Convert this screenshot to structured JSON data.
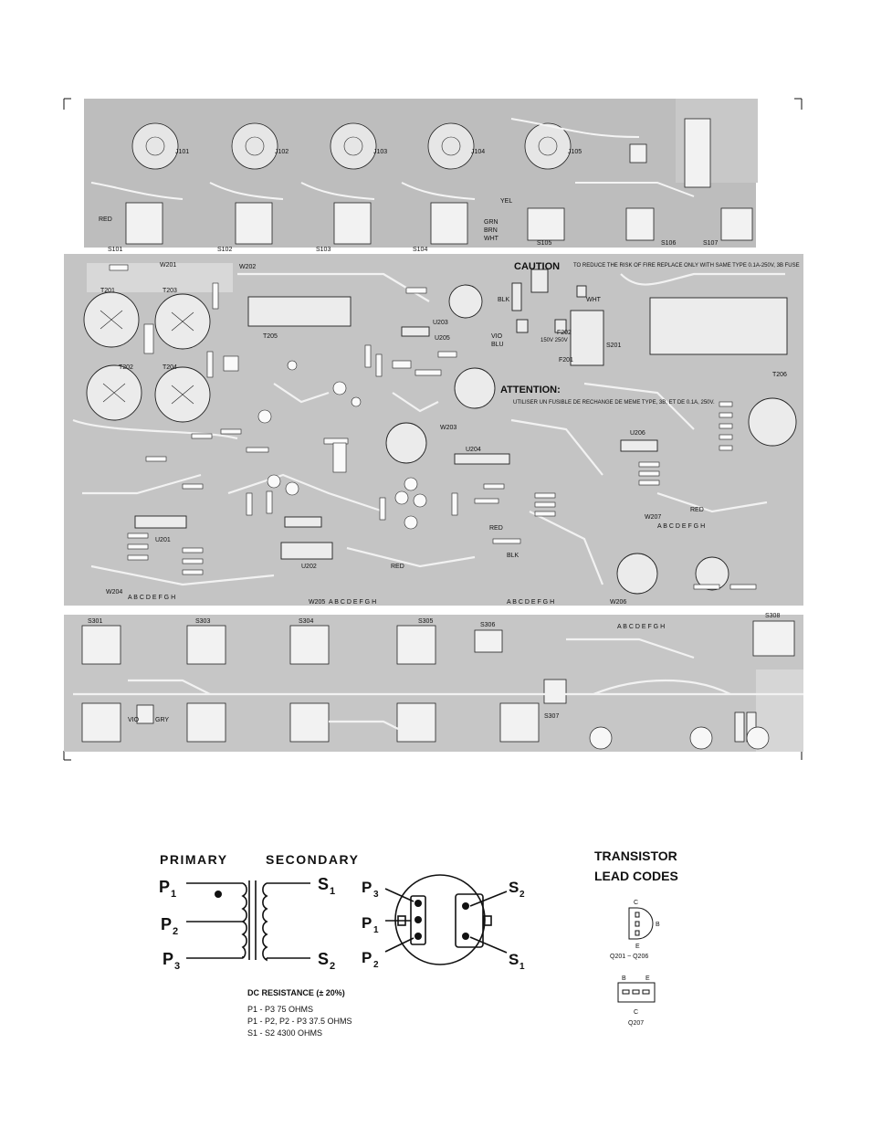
{
  "board": {
    "caution": "CAUTION",
    "caution_note": "TO REDUCE THE RISK OF FIRE REPLACE ONLY WITH SAME TYPE 0.1A-250V, 3B FUSE",
    "attention": "ATTENTION:",
    "attention_note": "UTILISER UN FUSIBLE DE RECHANGE DE MEME TYPE, 3B, ET DE 0.1A, 250V.",
    "top_jacks": [
      "J101",
      "J102",
      "J103",
      "J104",
      "J105"
    ],
    "top_switches": [
      "S101",
      "S102",
      "S103",
      "S104",
      "S105",
      "S106",
      "S107"
    ],
    "mid_labels": [
      "T201",
      "T203",
      "T202",
      "T204",
      "T205",
      "T206",
      "U201",
      "U202",
      "U203",
      "U204",
      "U205",
      "U206",
      "S201",
      "F201",
      "F202",
      "W201",
      "W202",
      "W203",
      "W204",
      "W205",
      "W206",
      "W207"
    ],
    "bottom_switches": [
      "S301",
      "S303",
      "S304",
      "S305",
      "S306",
      "S307",
      "S308"
    ],
    "wire_colors": [
      "RED",
      "YEL",
      "GRN",
      "BRN",
      "WHT",
      "BLK",
      "VIO",
      "BLU",
      "GRY"
    ],
    "row_letters": "A B C D E F G H",
    "fuse_label": "150V 250V"
  },
  "transformer": {
    "primary": "PRIMARY",
    "secondary": "SECONDARY",
    "p1": "P",
    "p1_sub": "1",
    "p2": "P",
    "p2_sub": "2",
    "p3": "P",
    "p3_sub": "3",
    "s1": "S",
    "s1_sub": "1",
    "s2": "S",
    "s2_sub": "2"
  },
  "dc_resistance": {
    "title": "DC RESISTANCE (± 20%)",
    "line1": "P1 - P3 75 OHMS",
    "line2": "P1 - P2, P2 - P3 37.5 OHMS",
    "line3": "S1 - S2 4300 OHMS"
  },
  "transistor": {
    "title_line1": "TRANSISTOR",
    "title_line2": "LEAD CODES",
    "to92_c": "C",
    "to92_b": "B",
    "to92_e": "E",
    "to92_label": "Q201 ~ Q206",
    "q207_b": "B",
    "q207_e": "E",
    "q207_c": "C",
    "q207_label": "Q207"
  }
}
